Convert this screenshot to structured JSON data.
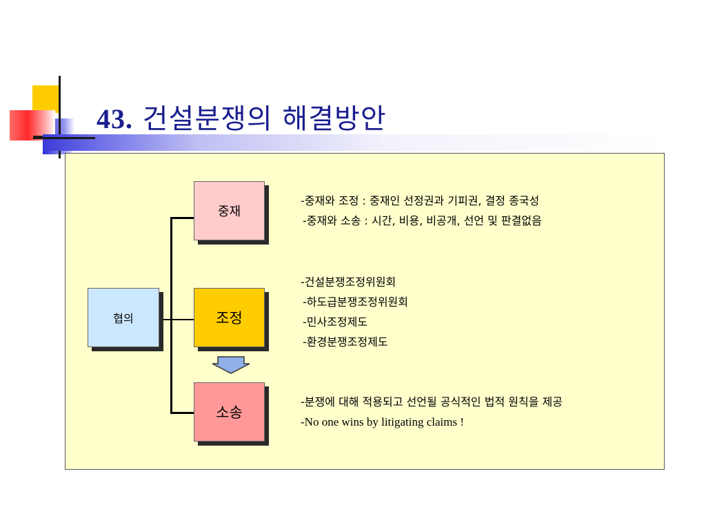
{
  "title": {
    "number": "43.",
    "text": "건설분쟁의 해결방안"
  },
  "nodes": {
    "negotiation": "협의",
    "arbitration": "중재",
    "mediation": "조정",
    "litigation": "소송"
  },
  "notes": {
    "arbitration": [
      "-중재와 조정 : 중재인 선정권과 기피권, 결정 종국성",
      "-중재와 소송 : 시간, 비용, 비공개, 선언 및 판결없음"
    ],
    "mediation": [
      "-건설분쟁조정위원회",
      "-하도급분쟁조정위원회",
      "-민사조정제도",
      "-환경분쟁조정제도"
    ],
    "litigation": [
      "-분쟁에 대해 적용되고 선언될 공식적인 법적 원칙을 제공",
      "-No one wins by litigating claims !"
    ]
  },
  "colors": {
    "title": "#1b1f8f",
    "panel": "#ffffcc",
    "negotiation_box": "#cce8ff",
    "arbitration_box": "#ffcccc",
    "mediation_box": "#ffcc00",
    "litigation_box": "#ff9999",
    "arrow": "#8fb0e8"
  },
  "icons": [
    "arrow-down-icon"
  ]
}
